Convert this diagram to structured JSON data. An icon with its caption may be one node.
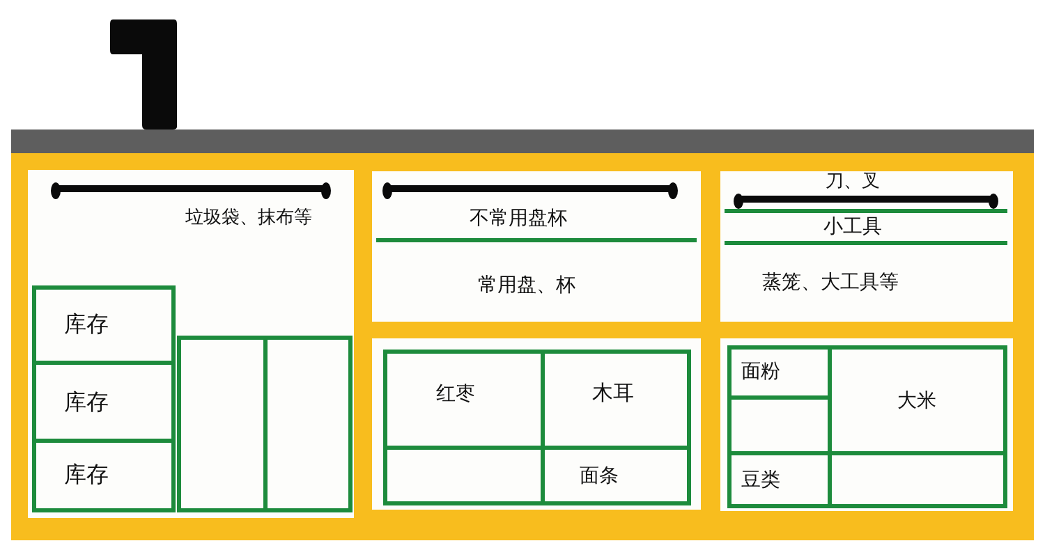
{
  "diagram": {
    "nodes": [
      {
        "text": [],
        "shape": "bar"
      },
      {
        "text": [],
        "shape": "box"
      },
      {
        "text": [
          "垃圾袋、抹布等"
        ],
        "in": 1
      },
      {
        "text": [
          "库存"
        ],
        "in": 2
      },
      {
        "text": [
          "库存"
        ],
        "in": 2
      },
      {
        "text": [
          "库存"
        ],
        "in": 2
      },
      {
        "text": [],
        "shape": "box",
        "in": 2
      },
      {
        "text": [],
        "shape": "box",
        "in": 2
      },
      {
        "text": [
          "不常用盘杯",
          "常用盘、杯"
        ],
        "in": 1
      },
      {
        "text": [],
        "shape": "box",
        "in": 1
      },
      {
        "text": [
          "红枣"
        ],
        "in": 9
      },
      {
        "text": [
          "木耳"
        ],
        "in": 9
      },
      {
        "text": [],
        "shape": "box",
        "in": 9
      },
      {
        "text": [
          "面条"
        ],
        "in": 9
      },
      {
        "text": [
          "刀、叉",
          "小工具",
          "蒸笼、大工具等"
        ],
        "in": 1
      },
      {
        "text": [],
        "shape": "box",
        "in": 1
      },
      {
        "text": [
          "面粉"
        ],
        "in": 15
      },
      {
        "text": [
          "大米"
        ],
        "in": 15
      },
      {
        "text": [],
        "shape": "box",
        "in": 15
      },
      {
        "text": [
          "豆类"
        ],
        "in": 15
      },
      {
        "text": [],
        "shape": "box",
        "in": 15
      }
    ]
  }
}
